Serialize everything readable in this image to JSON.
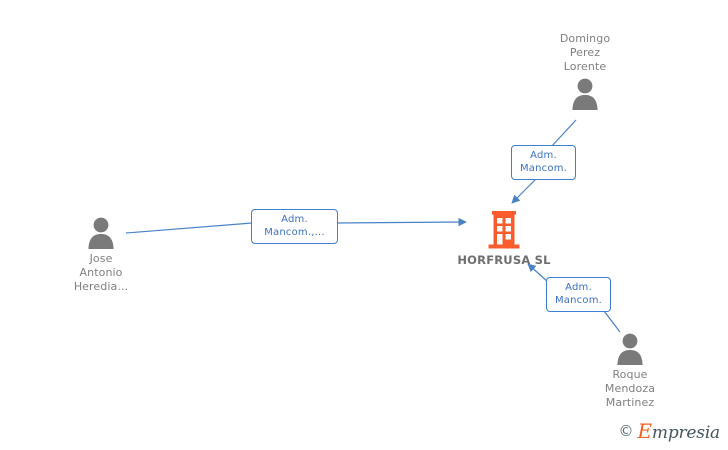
{
  "diagram": {
    "type": "company-relationship-graph",
    "company": {
      "name": "HORFRUSA SL",
      "icon": "building-icon",
      "color": "#f95d2e"
    },
    "people": [
      {
        "id": "jose-antonio-heredia",
        "name": "Jose\nAntonio\nHeredia...",
        "icon": "person-icon",
        "position": "left",
        "label_position": "below"
      },
      {
        "id": "domingo-perez-lorente",
        "name": "Domingo\nPerez\nLorente",
        "icon": "person-icon",
        "position": "top-right",
        "label_position": "above"
      },
      {
        "id": "roque-mendoza-martinez",
        "name": "Roque\nMendoza\nMartinez",
        "icon": "person-icon",
        "position": "bottom-right",
        "label_position": "below"
      }
    ],
    "relations": [
      {
        "id": "rel-jose",
        "from": "jose-antonio-heredia",
        "to": "HORFRUSA SL",
        "label": "Adm.\nMancom.,..."
      },
      {
        "id": "rel-domingo",
        "from": "domingo-perez-lorente",
        "to": "HORFRUSA SL",
        "label": "Adm.\nMancom."
      },
      {
        "id": "rel-roque",
        "from": "roque-mendoza-martinez",
        "to": "HORFRUSA SL",
        "label": "Adm.\nMancom."
      }
    ],
    "colors": {
      "edge": "#4a82c8",
      "edge_label_border": "#3d7fd1",
      "edge_label_text": "#3b72c4",
      "person": "#7a7a7a",
      "person_label": "#808080",
      "company": "#f95d2e",
      "company_label": "#6e6e6e",
      "background": "#ffffff"
    }
  },
  "watermark": {
    "copyright": "©",
    "brand_initial": "E",
    "brand_rest": "mpresia"
  }
}
